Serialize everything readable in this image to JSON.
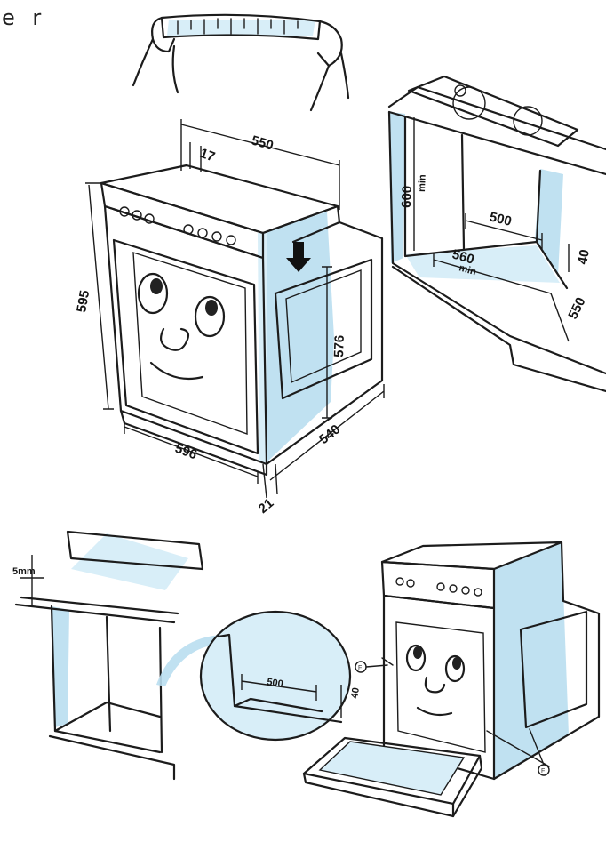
{
  "header": {
    "partial_text": "e r"
  },
  "diagram_top": {
    "oven_dimensions": {
      "top_offset": "17",
      "width_top": "550",
      "height": "595",
      "width_front": "596",
      "depth_side": "540",
      "depth_inner": "576",
      "bottom_offset": "21"
    },
    "cabinet_dimensions": {
      "height_min": "600",
      "height_min_unit": "min",
      "width_inner": "500",
      "width_min": "560",
      "width_min_unit": "min",
      "gap": "40",
      "depth": "550"
    }
  },
  "diagram_bottom": {
    "cabinet_gap": "5mm",
    "detail_width": "500",
    "detail_depth": "40",
    "screw_label": "F"
  }
}
